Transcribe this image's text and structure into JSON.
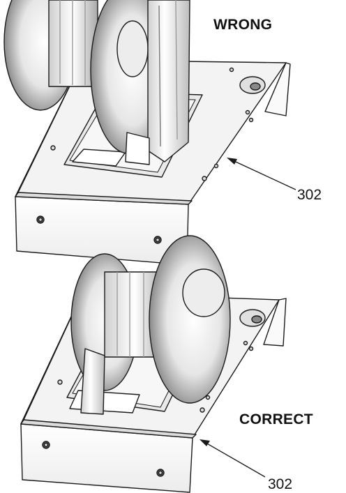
{
  "panels": [
    {
      "id": "wrong",
      "status_label": "WRONG",
      "callout": "302"
    },
    {
      "id": "correct",
      "status_label": "CORRECT",
      "callout": "302"
    }
  ],
  "colors": {
    "outline": "#1a1a1a",
    "metal_light": "#f4f4f4",
    "metal_mid": "#d8d8d8",
    "metal_dark": "#9a9a9a"
  }
}
